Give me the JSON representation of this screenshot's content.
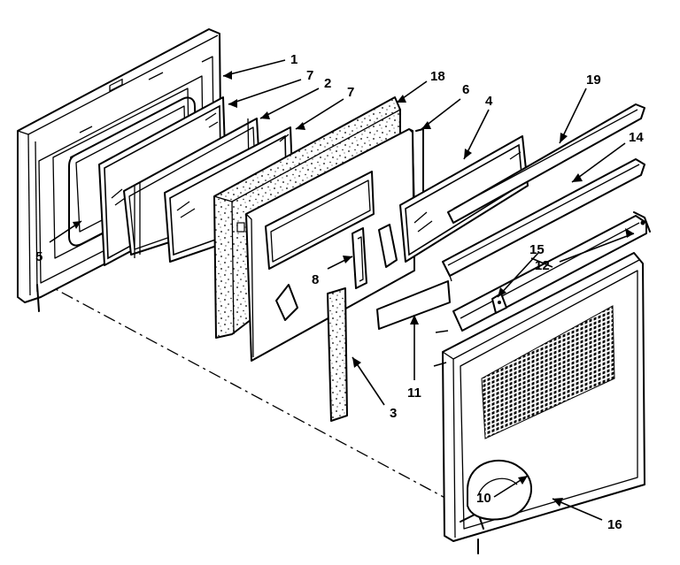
{
  "callouts": [
    {
      "id": "c1",
      "text": "1"
    },
    {
      "id": "c7a",
      "text": "7"
    },
    {
      "id": "c2",
      "text": "2"
    },
    {
      "id": "c7b",
      "text": "7"
    },
    {
      "id": "c18",
      "text": "18"
    },
    {
      "id": "c6",
      "text": "6"
    },
    {
      "id": "c4",
      "text": "4"
    },
    {
      "id": "c19",
      "text": "19"
    },
    {
      "id": "c14",
      "text": "14"
    },
    {
      "id": "c15",
      "text": "15"
    },
    {
      "id": "c12",
      "text": "12"
    },
    {
      "id": "c5",
      "text": "5"
    },
    {
      "id": "c8",
      "text": "8"
    },
    {
      "id": "c11",
      "text": "11"
    },
    {
      "id": "c3",
      "text": "3"
    },
    {
      "id": "c10",
      "text": "10"
    },
    {
      "id": "c16",
      "text": "16"
    }
  ]
}
